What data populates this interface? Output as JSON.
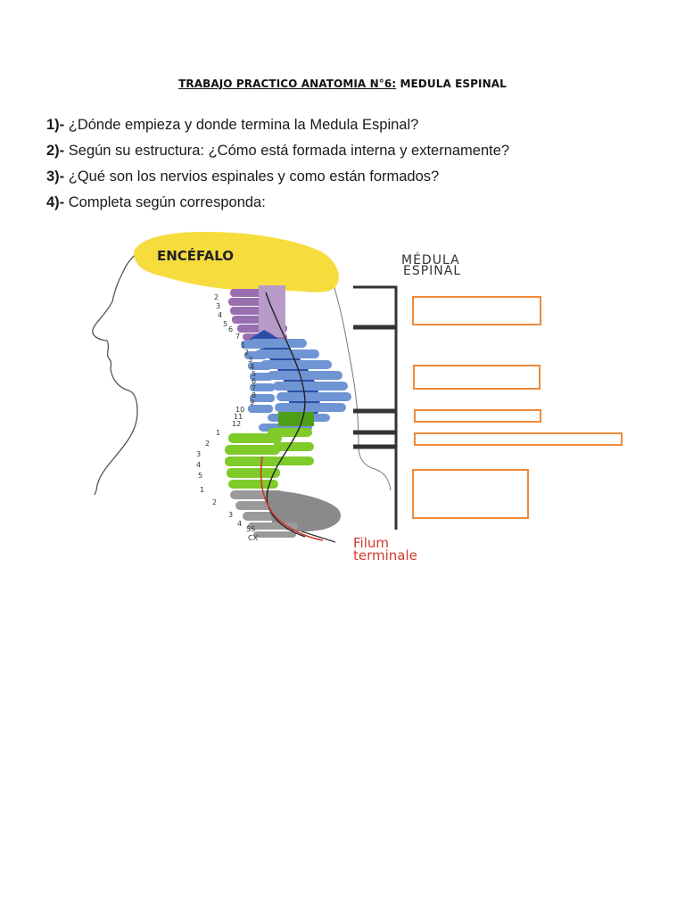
{
  "title": {
    "underlined": "TRABAJO PRACTICO ANATOMIA N°6:",
    "rest": " MEDULA ESPINAL"
  },
  "questions": [
    {
      "num": "1)-",
      "text": " ¿Dónde empieza y donde termina la Medula Espinal?"
    },
    {
      "num": "2)-",
      "text": " Según su estructura: ¿Cómo está formada interna y externamente?"
    },
    {
      "num": "3)-",
      "text": " ¿Qué son los nervios espinales y como están formados?"
    },
    {
      "num": "4)-",
      "text": " Completa según corresponda:"
    }
  ],
  "figure": {
    "brain_label": "ENCÉFALO",
    "cord_label_line1": "MÉDULA",
    "cord_label_line2": "ESPINAL",
    "filum_line1": "Filum",
    "filum_line2": "terminale",
    "cervical_numbers": [
      "2",
      "3",
      "4",
      "5",
      "6",
      "7"
    ],
    "thoracic_numbers": [
      "1",
      "2",
      "3",
      "4",
      "5",
      "6",
      "7",
      "8",
      "9",
      "10",
      "11",
      "12"
    ],
    "lumbar_numbers": [
      "1",
      "2",
      "3",
      "4",
      "5"
    ],
    "sacral_numbers": [
      "1",
      "2",
      "3",
      "4",
      "5S"
    ],
    "coccyx_label": "CX"
  },
  "colors": {
    "answer_border": "#ef8a3a",
    "brain": "#f7dc3e",
    "cervical": "#9a6fb0",
    "thoracic": "#6f95d4",
    "lumbar": "#7ecb2a",
    "sacral": "#9a9a9a",
    "filum_text": "#d0392b"
  }
}
